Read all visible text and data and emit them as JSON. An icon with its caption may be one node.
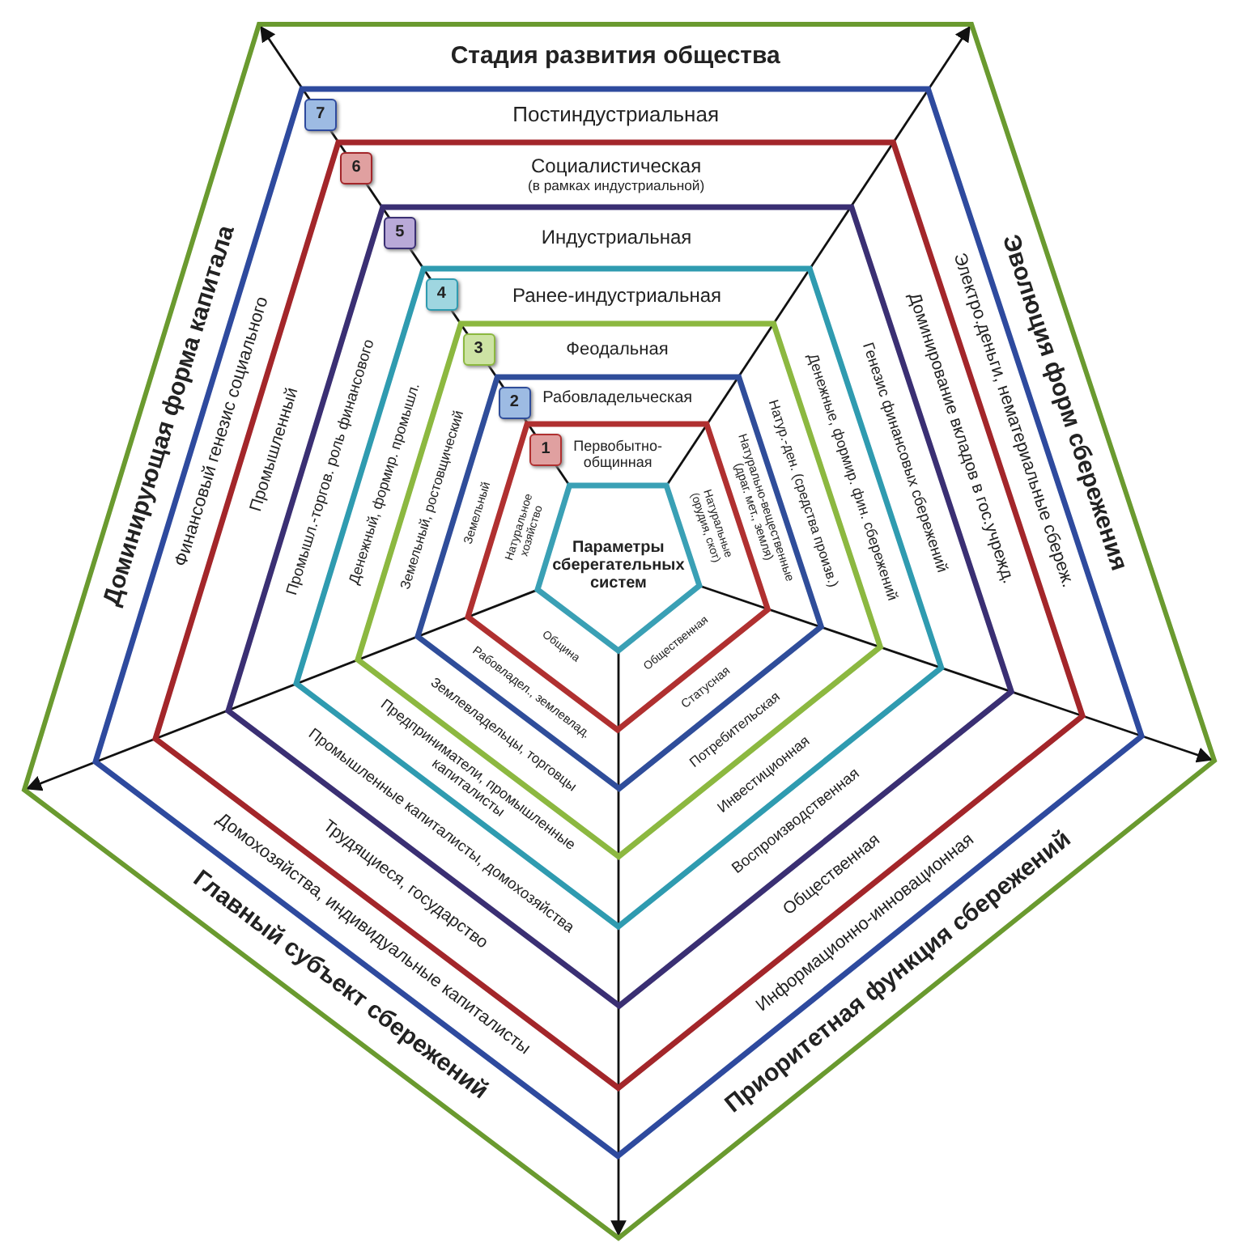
{
  "diagram": {
    "nodes": [
      {
        "text": [
          "Стадия развития общества",
          "Эволюция форм сбережения",
          "Приоритетная функция сбережений",
          "Главный субъект сбережений",
          "Доминирующая форма капитала"
        ]
      },
      {
        "text": [
          "7",
          "Постиндустриальная",
          "Электро.деньги, нематериальные сбереж.",
          "Информационно-инновационная",
          "Домохозяйства, индивидуальные капиталисты",
          "Финансовый генезис социального"
        ],
        "in": 0
      },
      {
        "text": [
          "6",
          "Социалистическая",
          "(в рамках индустриальной)",
          "Доминирование вкладов в гос.учрежд.",
          "Общественная",
          "Трудящиеся, государство",
          "Промышленный"
        ],
        "in": 1
      },
      {
        "text": [
          "5",
          "Индустриальная",
          "Генезис финансовых сбережений",
          "Воспроизводственная",
          "Промышленные капиталисты, домохозяйства",
          "Промышл.-торгов. роль финансового"
        ],
        "in": 2
      },
      {
        "text": [
          "4",
          "Ранее-индустриальная",
          "Денежные, формир. фин. сбережений",
          "Инвестиционная",
          "Предприниматели, промышленные капиталисты",
          "Денежный, формир. промышл."
        ],
        "in": 3
      },
      {
        "text": [
          "3",
          "Феодальная",
          "Натур.-ден. (средства произв.)",
          "Потребительская",
          "Землевладельцы, торговцы",
          "Земельный, ростовщический"
        ],
        "in": 4
      },
      {
        "text": [
          "2",
          "Рабовладельческая",
          "Натурально-вещественные (драг. мет., земля)",
          "Статусная",
          "Рабовладел., землевлад.",
          "Земельный"
        ],
        "in": 5
      },
      {
        "text": [
          "1",
          "Первобытно-общинная",
          "Натуральные (орудия, скот)",
          "Общественная",
          "Община",
          "Натуральное хозяйство"
        ],
        "in": 6
      },
      {
        "text": [
          "Параметры сберегательных систем"
        ],
        "in": 7
      }
    ],
    "edges": [
      {
        "from": 8,
        "to": 0,
        "arrow": "to"
      },
      {
        "from": 8,
        "to": 0,
        "arrow": "to"
      },
      {
        "from": 8,
        "to": 0,
        "arrow": "to"
      },
      {
        "from": 8,
        "to": 0,
        "arrow": "to"
      },
      {
        "from": 8,
        "to": 0,
        "arrow": "to"
      }
    ]
  }
}
